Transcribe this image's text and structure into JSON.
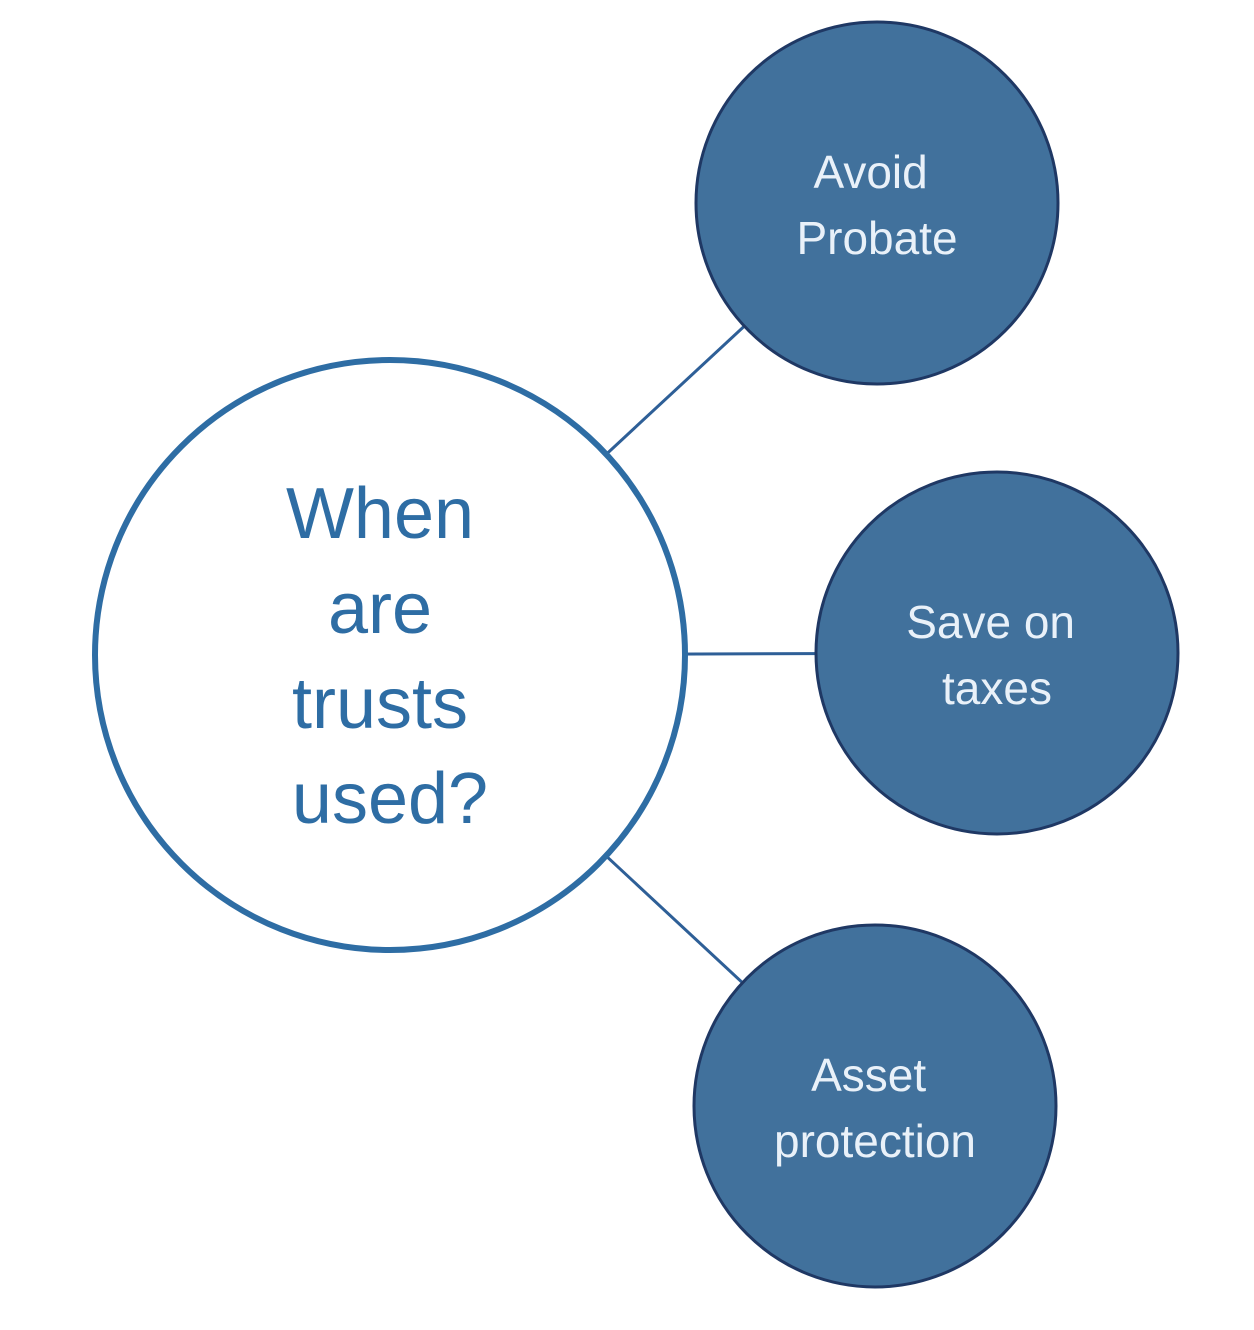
{
  "title": "When are trusts used? diagram",
  "colors": {
    "background": "#ffffff",
    "hub_fill": "#ffffff",
    "hub_stroke": "#2e6da4",
    "hub_text": "#2e6da4",
    "node_fill": "#41719c",
    "node_stroke": "#1f3864",
    "node_text": "#e9f1f9",
    "connector": "#2e5f97"
  },
  "diagram": {
    "hub": {
      "label": "When are trusts used?",
      "lines": [
        "When",
        "are",
        "trusts",
        "used?"
      ]
    },
    "nodes": [
      {
        "label": "Avoid Probate",
        "lines": [
          "Avoid",
          "Probate"
        ]
      },
      {
        "label": "Save on taxes",
        "lines": [
          "Save on",
          "taxes"
        ]
      },
      {
        "label": "Asset protection",
        "lines": [
          "Asset",
          "protection"
        ]
      }
    ]
  }
}
